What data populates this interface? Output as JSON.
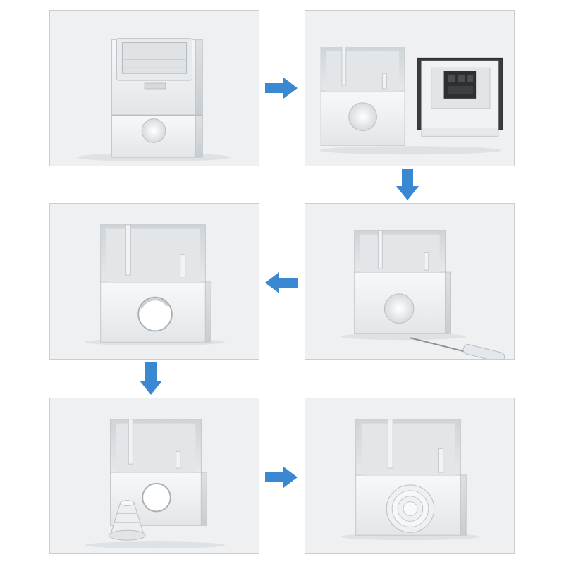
{
  "figure": {
    "arrow_color": "#3a87d2",
    "box_color": "#f3f4f5",
    "steps": [
      {
        "step": 1,
        "subject": "assembled-waterproof-socket-box"
      },
      {
        "step": 2,
        "subject": "box-with-socket-module-removed"
      },
      {
        "step": 3,
        "subject": "knockout-being-punched-with-screwdriver"
      },
      {
        "step": 4,
        "subject": "empty-box-with-knockout-opened"
      },
      {
        "step": 5,
        "subject": "rubber-grommet-next-to-box"
      },
      {
        "step": 6,
        "subject": "grommet-installed-in-box"
      }
    ],
    "flow": [
      "right",
      "down",
      "left",
      "down",
      "right"
    ]
  }
}
